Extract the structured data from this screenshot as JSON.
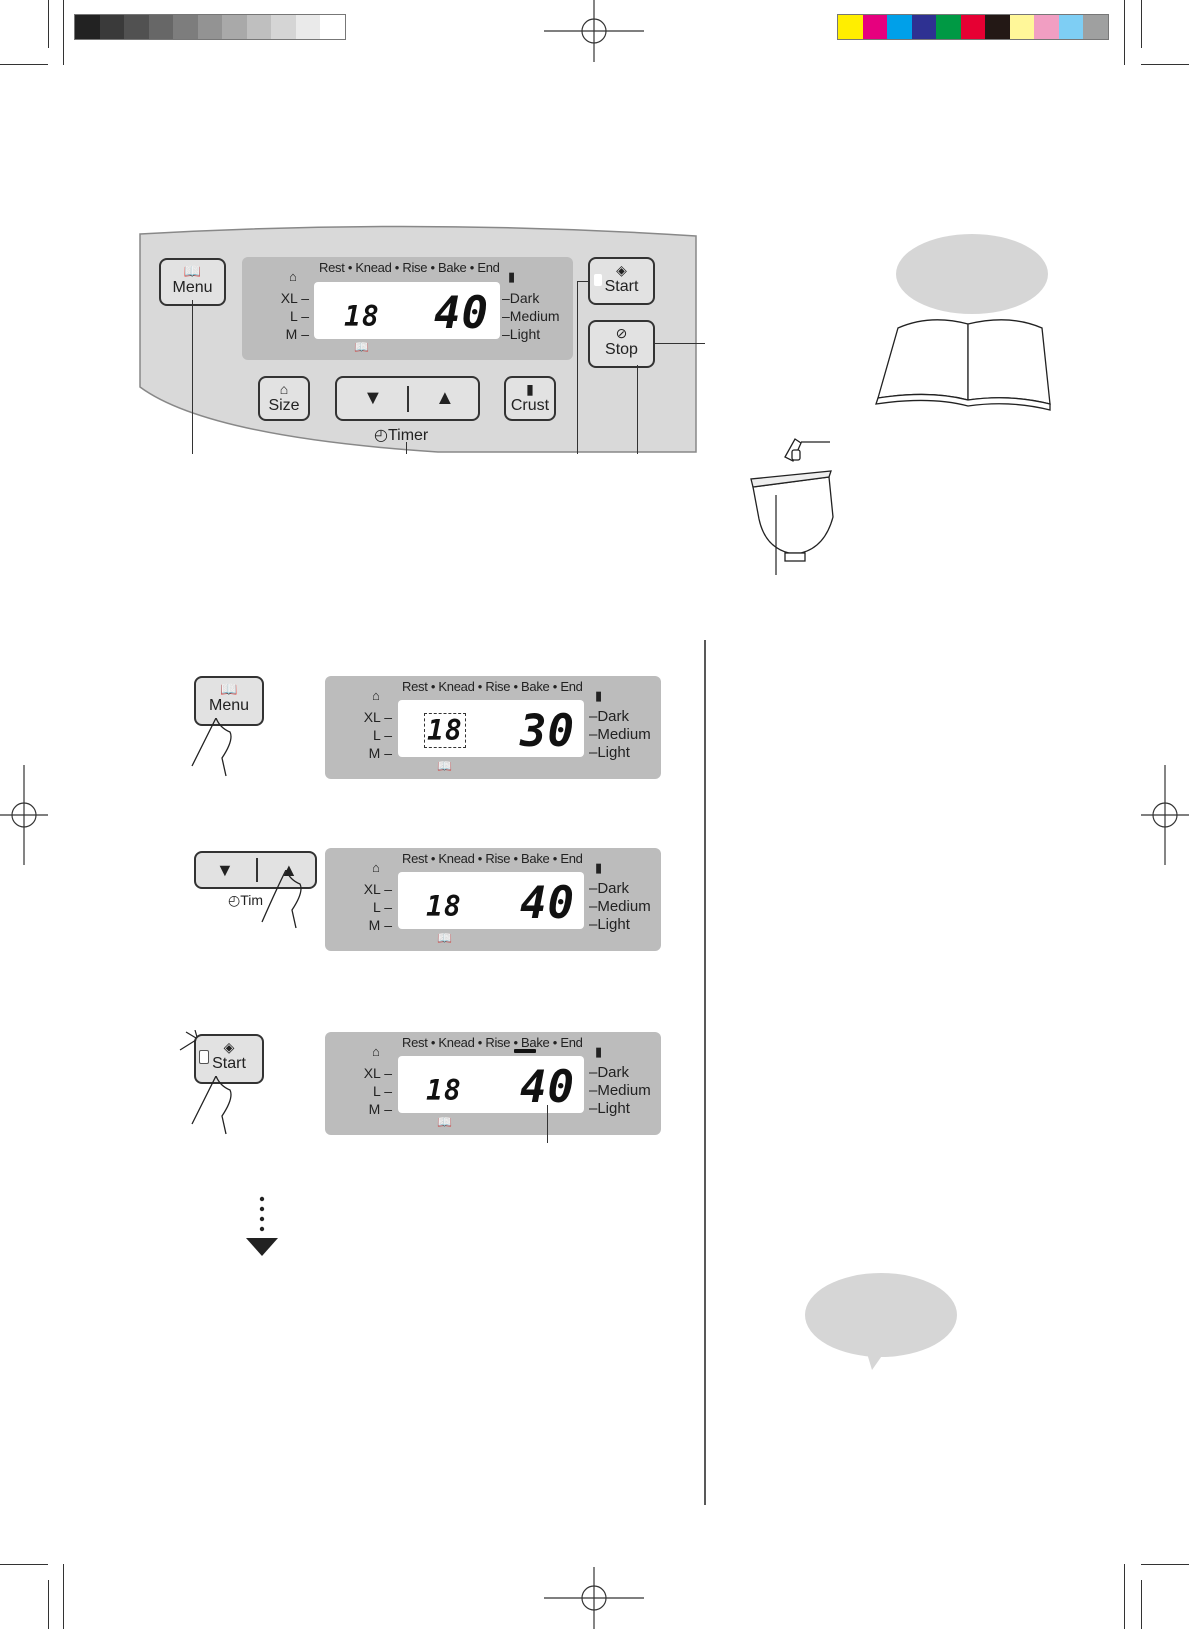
{
  "color_bars": {
    "gray": [
      "#222222",
      "#3a3a3a",
      "#515151",
      "#676767",
      "#7d7d7d",
      "#939393",
      "#a9a9a9",
      "#bfbfbf",
      "#d5d5d5",
      "#eaeaea",
      "#ffffff"
    ],
    "color": [
      "#ffee00",
      "#e6007e",
      "#00a0e9",
      "#2e3192",
      "#009944",
      "#e60033",
      "#231815",
      "#fff799",
      "#f19ec2",
      "#7ecef4",
      "#9fa0a0"
    ]
  },
  "panel": {
    "menu_label": "Menu",
    "size_label": "Size",
    "crust_label": "Crust",
    "start_label": "Start",
    "stop_label": "Stop",
    "timer_label": "Timer",
    "down_symbol": "▼",
    "up_symbol": "▲"
  },
  "lcd_common": {
    "stages": "Rest • Knead • Rise • Bake • End",
    "sizes": [
      "XL –",
      "L –",
      "M –"
    ],
    "crusts": [
      "–Dark",
      "–Medium",
      "–Light"
    ]
  },
  "displays": {
    "panel": {
      "menu_no": "18",
      "time": "40"
    },
    "step1": {
      "menu_no": "18",
      "time": "30"
    },
    "step2": {
      "menu_no": "18",
      "time": "40"
    },
    "step3": {
      "menu_no": "18",
      "time": "40"
    }
  },
  "steps": {
    "step1_button": "Menu",
    "step2_timer": "Tim",
    "step3_button": "Start"
  }
}
